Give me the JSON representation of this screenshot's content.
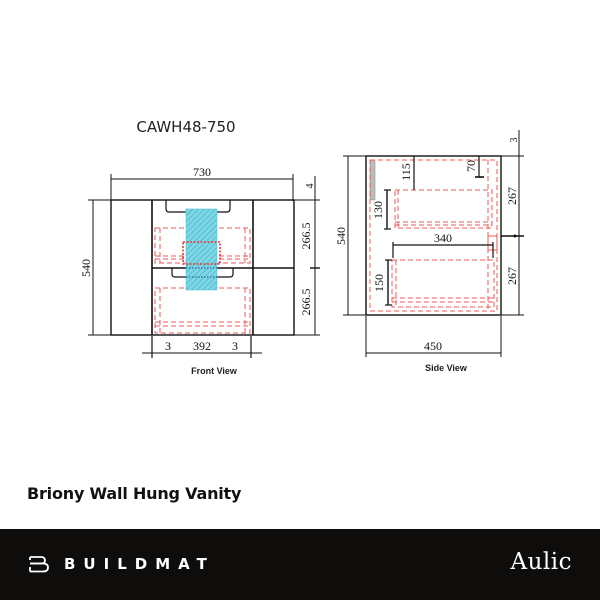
{
  "drawing": {
    "model_code": "CAWH48-750",
    "front_view": {
      "label": "Front View",
      "dimensions": {
        "overall_width": "730",
        "overall_height": "540",
        "top_gap": "4",
        "drawer_top_height": "266.5",
        "drawer_bottom_height": "266.5",
        "left_gap": "3",
        "inner_width": "392",
        "right_gap": "3"
      }
    },
    "side_view": {
      "label": "Side View",
      "dimensions": {
        "overall_depth": "450",
        "overall_height": "540",
        "top_offset": "3",
        "upper_section": "267",
        "lower_section": "267",
        "top_drawer_drop": "115",
        "top_drawer_height": "130",
        "rear_drop": "70",
        "bottom_drawer_depth": "340",
        "bottom_drawer_height": "150"
      }
    },
    "colors": {
      "line": "#111111",
      "hidden_line": "#ef5a5a",
      "plumbing_zone": "#6fd0e0",
      "plumbing_hatch": "#3aaec4"
    }
  },
  "product": {
    "title": "Briony Wall Hung Vanity"
  },
  "footer": {
    "brand_left": "BUILDMAT",
    "brand_left_icon": "buildmat-logo-icon",
    "brand_right": "Aulic",
    "background": "#0f0d0c"
  }
}
